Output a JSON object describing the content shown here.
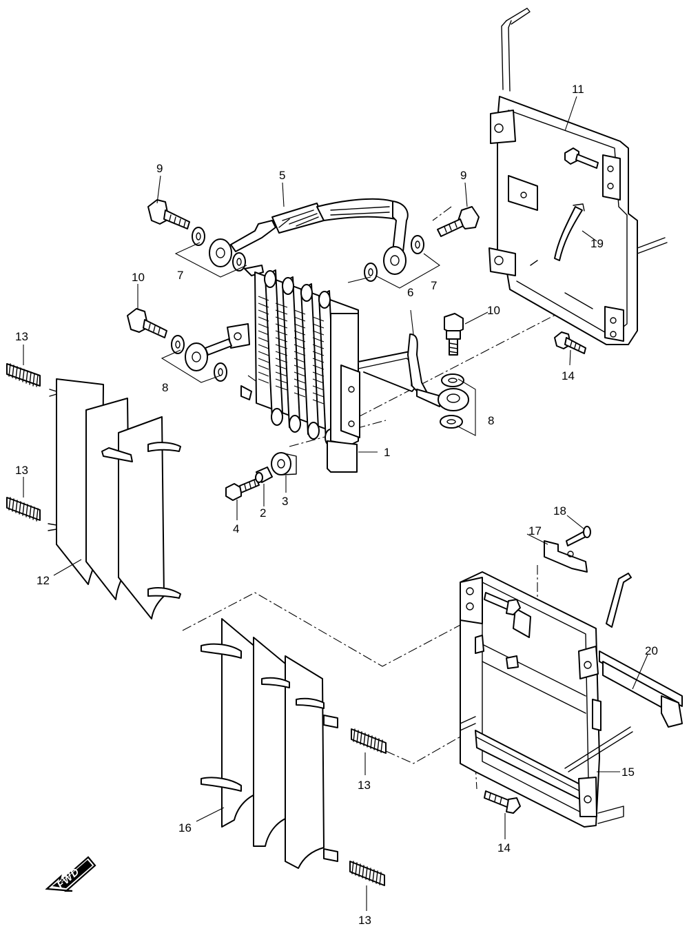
{
  "callouts": [
    {
      "id": "c1",
      "text": "1"
    },
    {
      "id": "c2",
      "text": "2"
    },
    {
      "id": "c3",
      "text": "3"
    },
    {
      "id": "c4",
      "text": "4"
    },
    {
      "id": "c5",
      "text": "5"
    },
    {
      "id": "c6",
      "text": "6"
    },
    {
      "id": "c7a",
      "text": "7"
    },
    {
      "id": "c7b",
      "text": "7"
    },
    {
      "id": "c8a",
      "text": "8"
    },
    {
      "id": "c8b",
      "text": "8"
    },
    {
      "id": "c9a",
      "text": "9"
    },
    {
      "id": "c9b",
      "text": "9"
    },
    {
      "id": "c10a",
      "text": "10"
    },
    {
      "id": "c10b",
      "text": "10"
    },
    {
      "id": "c11",
      "text": "11"
    },
    {
      "id": "c12",
      "text": "12"
    },
    {
      "id": "c13a",
      "text": "13"
    },
    {
      "id": "c13b",
      "text": "13"
    },
    {
      "id": "c13c",
      "text": "13"
    },
    {
      "id": "c13d",
      "text": "13"
    },
    {
      "id": "c14a",
      "text": "14"
    },
    {
      "id": "c14b",
      "text": "14"
    },
    {
      "id": "c15",
      "text": "15"
    },
    {
      "id": "c16",
      "text": "16"
    },
    {
      "id": "c17",
      "text": "17"
    },
    {
      "id": "c18",
      "text": "18"
    },
    {
      "id": "c19",
      "text": "19"
    },
    {
      "id": "c20",
      "text": "20"
    }
  ],
  "fwd_label": "FWD"
}
